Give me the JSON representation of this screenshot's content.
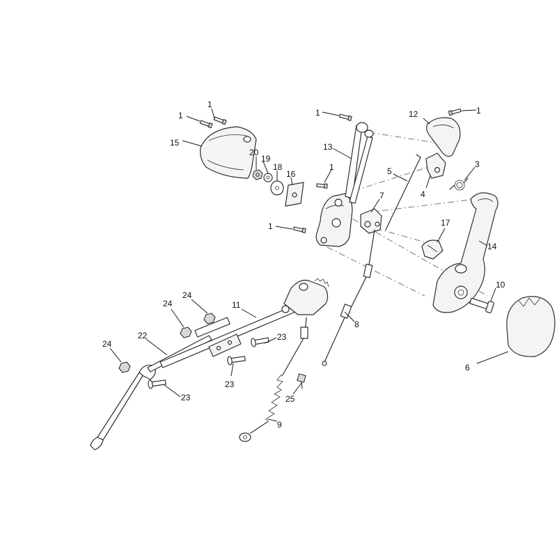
{
  "callouts": [
    {
      "id": "c1a",
      "text": "1"
    },
    {
      "id": "c1b",
      "text": "1"
    },
    {
      "id": "c1c",
      "text": "1"
    },
    {
      "id": "c1d",
      "text": "1"
    },
    {
      "id": "c1e",
      "text": "1"
    },
    {
      "id": "c1f",
      "text": "1"
    },
    {
      "id": "c3",
      "text": "3"
    },
    {
      "id": "c4",
      "text": "4"
    },
    {
      "id": "c5",
      "text": "5"
    },
    {
      "id": "c6",
      "text": "6"
    },
    {
      "id": "c7",
      "text": "7"
    },
    {
      "id": "c8",
      "text": "8"
    },
    {
      "id": "c9",
      "text": "9"
    },
    {
      "id": "c10",
      "text": "10"
    },
    {
      "id": "c11",
      "text": "11"
    },
    {
      "id": "c12",
      "text": "12"
    },
    {
      "id": "c13",
      "text": "13"
    },
    {
      "id": "c14",
      "text": "14"
    },
    {
      "id": "c15",
      "text": "15"
    },
    {
      "id": "c16",
      "text": "16"
    },
    {
      "id": "c17",
      "text": "17"
    },
    {
      "id": "c18",
      "text": "18"
    },
    {
      "id": "c19",
      "text": "19"
    },
    {
      "id": "c20",
      "text": "20"
    },
    {
      "id": "c22",
      "text": "22"
    },
    {
      "id": "c23a",
      "text": "23"
    },
    {
      "id": "c23b",
      "text": "23"
    },
    {
      "id": "c23c",
      "text": "23"
    },
    {
      "id": "c24a",
      "text": "24"
    },
    {
      "id": "c24b",
      "text": "24"
    },
    {
      "id": "c24c",
      "text": "24"
    },
    {
      "id": "c25",
      "text": "25"
    }
  ]
}
